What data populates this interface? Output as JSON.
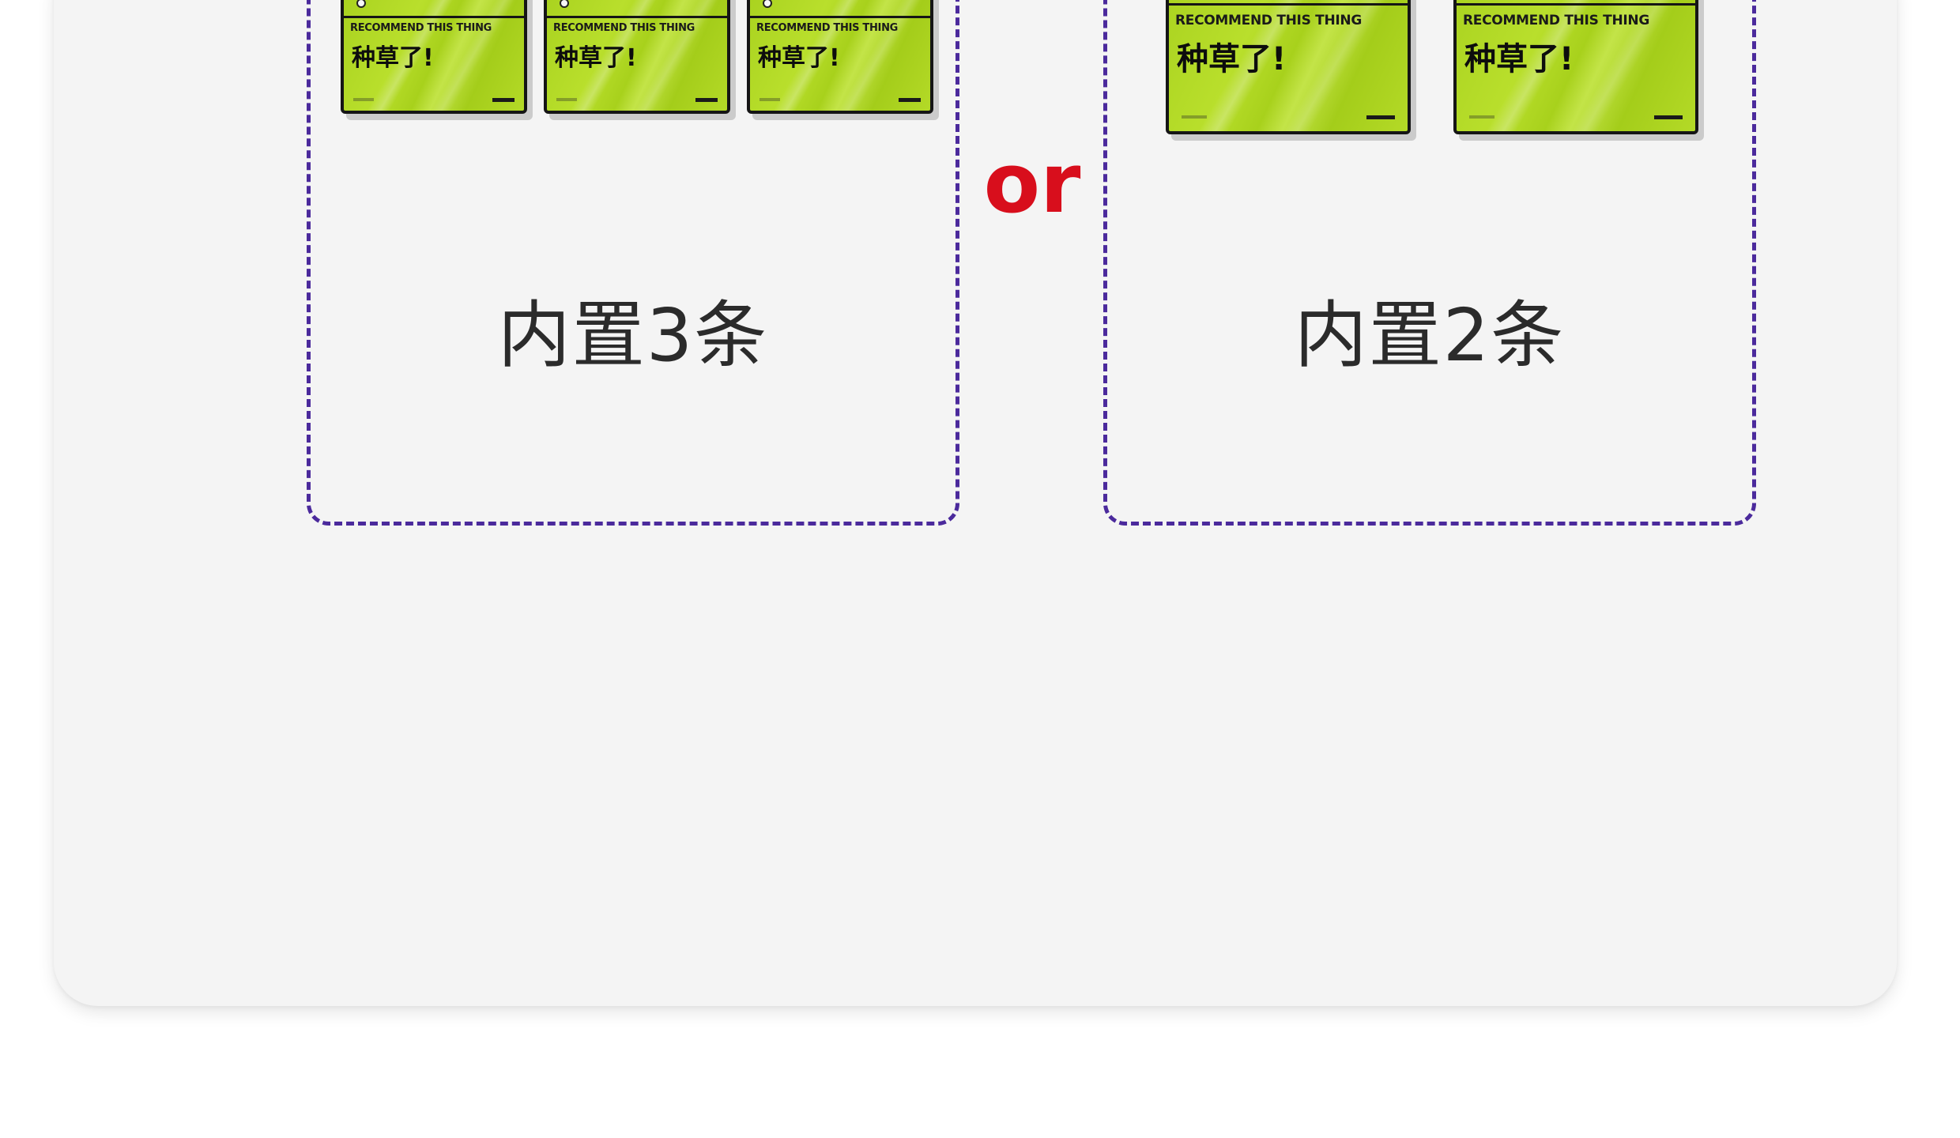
{
  "option_three": {
    "label": "内置3条",
    "cards": [
      {
        "tagline": "RECOMMEND THIS THING",
        "slogan": "种草了!"
      },
      {
        "tagline": "RECOMMEND THIS THING",
        "slogan": "种草了!"
      },
      {
        "tagline": "RECOMMEND THIS THING",
        "slogan": "种草了!"
      }
    ]
  },
  "separator": {
    "label": "or",
    "color": "#d80e1c"
  },
  "option_two": {
    "label": "内置2条",
    "cards": [
      {
        "tagline": "RECOMMEND THIS THING",
        "slogan": "种草了!"
      },
      {
        "tagline": "RECOMMEND THIS THING",
        "slogan": "种草了!"
      }
    ]
  },
  "colors": {
    "panel_bg": "#f4f4f4",
    "dashed_border": "#4b2a9c",
    "card_green": "#acd420"
  }
}
